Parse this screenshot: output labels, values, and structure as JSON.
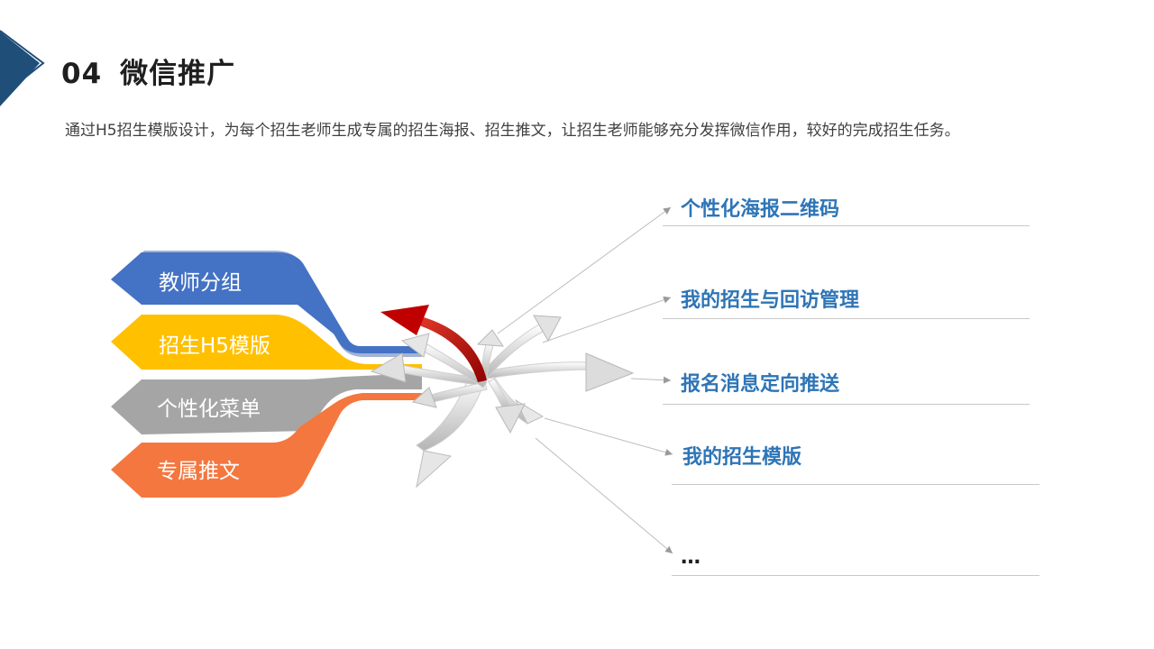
{
  "header": {
    "number": "04",
    "title": "微信推广",
    "description": "通过H5招生模版设计，为每个招生老师生成专属的招生海报、招生推文，让招生老师能够充分发挥微信作用，较好的完成招生任务。"
  },
  "left_items": [
    {
      "label": "教师分组",
      "color": "#4472c4"
    },
    {
      "label": "招生H5模版",
      "color": "#ffc000"
    },
    {
      "label": "个性化菜单",
      "color": "#a5a5a5"
    },
    {
      "label": "专属推文",
      "color": "#f4773f"
    }
  ],
  "right_items": [
    {
      "label": "个性化海报二维码"
    },
    {
      "label": "我的招生与回访管理"
    },
    {
      "label": "报名消息定向推送"
    },
    {
      "label": "我的招生模版"
    },
    {
      "label": "…"
    }
  ],
  "colors": {
    "accent_blue": "#2e75b6",
    "hub_arrow_red": "#c00000",
    "corner_navy": "#1f4e79"
  }
}
